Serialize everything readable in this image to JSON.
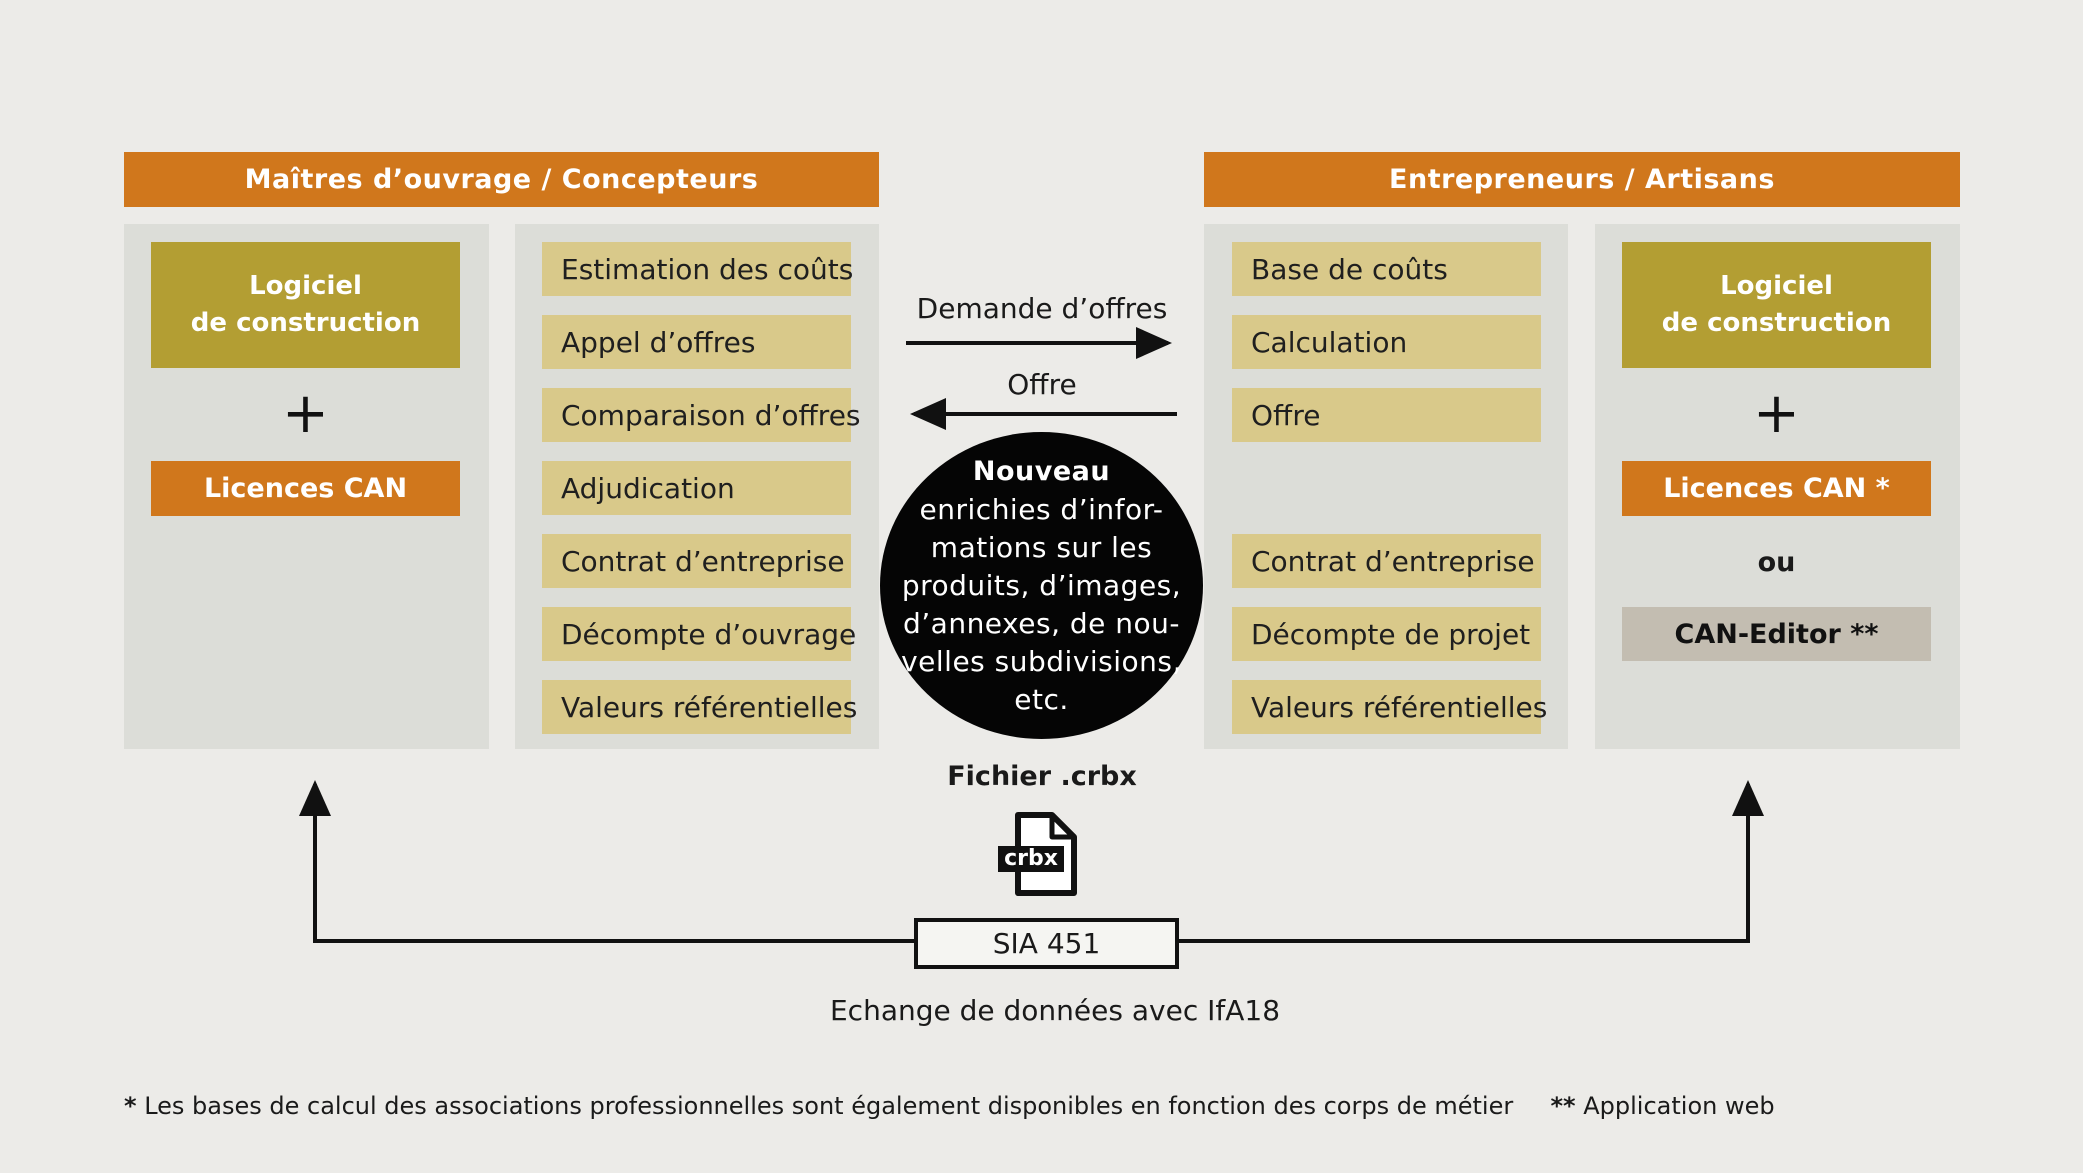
{
  "left": {
    "header": "Maîtres d’ouvrage / Concepteurs",
    "software_line1": "Logiciel",
    "software_line2": "de construction",
    "plus": "+",
    "licence": "Licences CAN",
    "items": [
      "Estimation des coûts",
      "Appel d’offres",
      "Comparaison d’offres",
      "Adjudication",
      "Contrat d’entreprise",
      "Décompte d’ouvrage",
      "Valeurs référentielles"
    ]
  },
  "right": {
    "header": "Entrepreneurs / Artisans",
    "items_top": [
      "Base de coûts",
      "Calculation",
      "Offre"
    ],
    "items_bottom": [
      "Contrat d’entreprise",
      "Décompte de projet",
      "Valeurs référentielles"
    ],
    "software_line1": "Logiciel",
    "software_line2": "de construction",
    "plus": "+",
    "licence": "Licences CAN *",
    "or": "ou",
    "editor": "CAN-Editor **"
  },
  "center": {
    "request_label": "Demande d’offres",
    "offer_label": "Offre",
    "circle_title": "Nouveau",
    "circle_lines": [
      "enrichies d’infor-",
      "mations sur les",
      "produits, d’images,",
      "d’annexes, de nou-",
      "velles subdivisions,",
      "etc."
    ],
    "file_label": "Fichier .crbx",
    "file_icon_text": "crbx",
    "sia_label": "SIA 451",
    "exchange_label": "Echange de données avec IfA18"
  },
  "footnotes": {
    "star1": "*",
    "note1": "Les bases de calcul des associations professionnelles sont également disponibles en fonction des corps de métier",
    "star2": "**",
    "note2": "Application web"
  },
  "colors": {
    "header": "#d0771c",
    "gold": "#b39e33",
    "item": "#d9c98a",
    "panel": "#dcddd8",
    "grey_box": "#c3bdb1",
    "background": "#ecebe8"
  }
}
